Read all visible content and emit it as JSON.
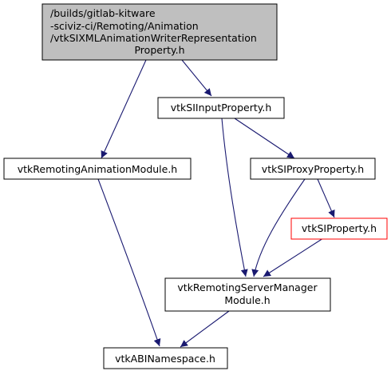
{
  "colors": {
    "edge": "#191970",
    "root_fill": "#bfbfbf",
    "node_border": "#000000",
    "highlight_border": "#ff0000",
    "text": "#000000"
  },
  "nodes": {
    "root": [
      "/builds/gitlab-kitware",
      "-sciviz-ci/Remoting/Animation",
      "/vtkSIXMLAnimationWriterRepresentation",
      "Property.h"
    ],
    "si_input_property": "vtkSIInputProperty.h",
    "remoting_animation_module": "vtkRemotingAnimationModule.h",
    "si_proxy_property": "vtkSIProxyProperty.h",
    "si_property": "vtkSIProperty.h",
    "remoting_server_manager_module": [
      "vtkRemotingServerManager",
      "Module.h"
    ],
    "abi_namespace": "vtkABINamespace.h"
  }
}
